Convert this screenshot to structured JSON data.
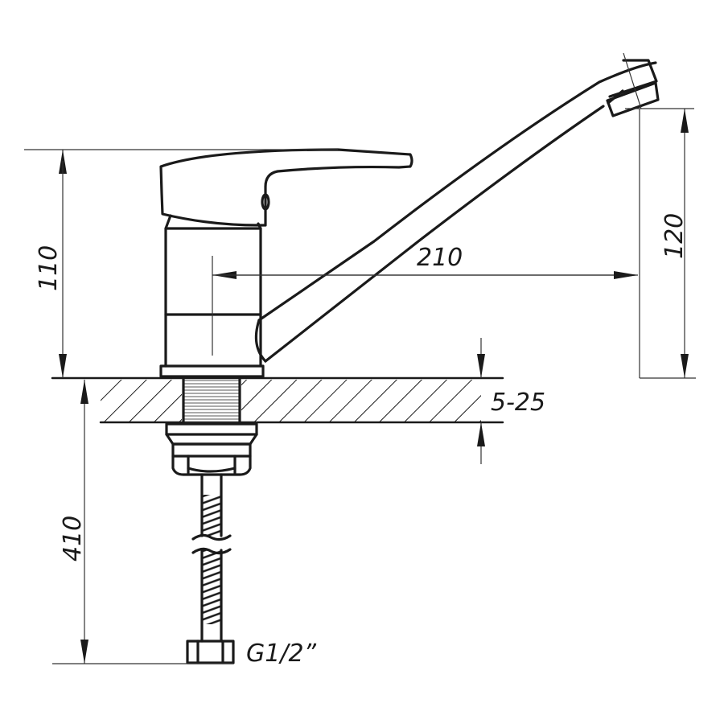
{
  "drawing": {
    "title": "Single-lever kitchen faucet dimensional drawing",
    "dimensions": {
      "body_height": "110",
      "spout_reach": "210",
      "spout_height": "120",
      "countertop_thickness": "5-25",
      "hose_length": "410",
      "connection_thread": "G1/2”"
    },
    "line_color": "#1a1a1a"
  }
}
